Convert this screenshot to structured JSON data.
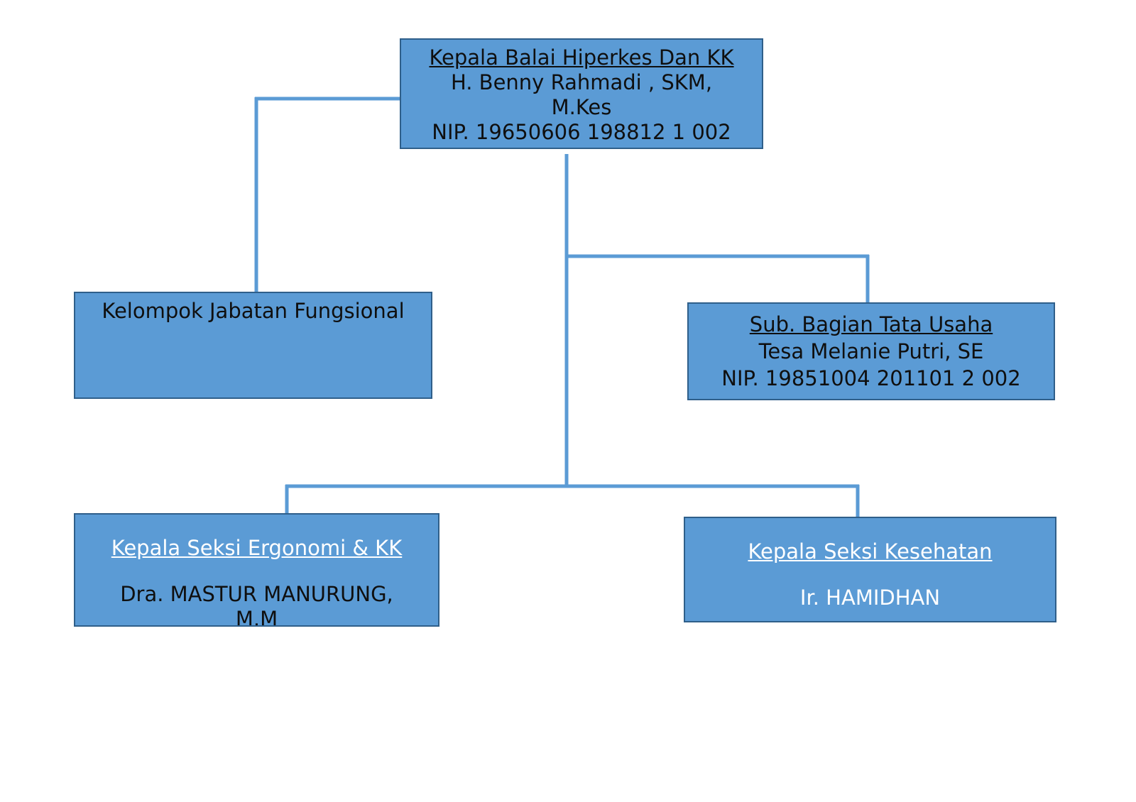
{
  "colors": {
    "box_fill": "#5b9bd5",
    "box_border": "#2f5f8a",
    "connector": "#5b9bd5",
    "text_dark": "#0f0f0f",
    "text_light": "#ffffff"
  },
  "head": {
    "title": "Kepala Balai Hiperkes Dan KK",
    "name_line1": "H. Benny Rahmadi , SKM,",
    "name_line2": "M.Kes",
    "nip": "NIP. 19650606 198812 1 002"
  },
  "functional": {
    "title": "Kelompok Jabatan Fungsional"
  },
  "admin": {
    "title": "Sub. Bagian Tata Usaha",
    "name": "Tesa Melanie Putri, SE",
    "nip": "NIP. 19851004 201101 2 002"
  },
  "ergonomics": {
    "title": "Kepala Seksi Ergonomi & KK",
    "name": "Dra. MASTUR  MANURUNG,",
    "name_cont": "M.M"
  },
  "health": {
    "title": "Kepala Seksi Kesehatan",
    "name": "Ir.  HAMIDHAN"
  }
}
